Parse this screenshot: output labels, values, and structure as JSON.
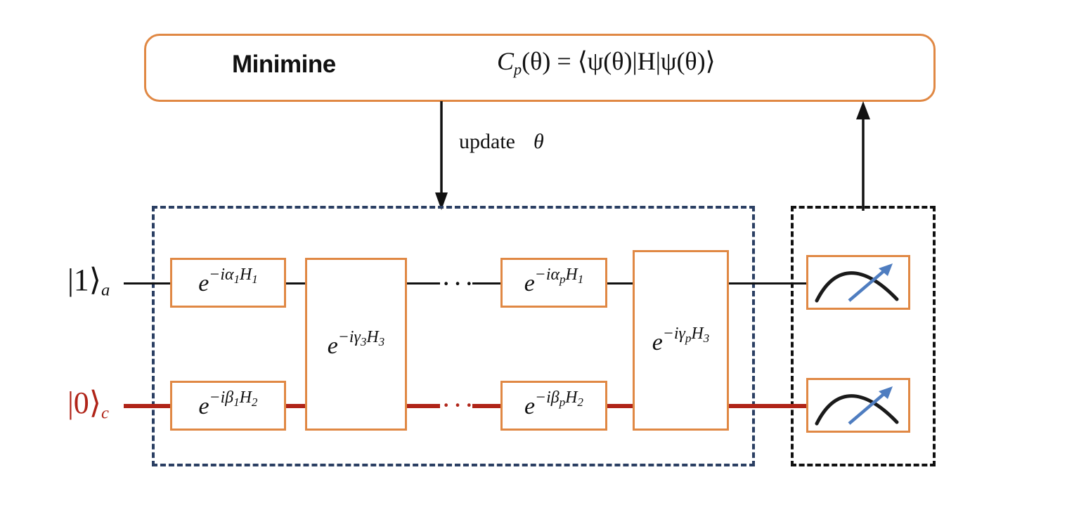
{
  "diagram": {
    "title_text": "Minimine",
    "cost_function": {
      "name": "C",
      "name_sub": "p",
      "expression": "(θ) = ⟨ψ(θ)|H|ψ(θ)⟩"
    },
    "update_arrow": {
      "label": "update",
      "parameter": "θ",
      "direction": "down"
    },
    "feedback_arrow": {
      "direction": "up"
    },
    "wires": [
      {
        "name": "ancilla-wire",
        "initial_state": "|1⟩",
        "subscript": "a",
        "color": "#111111"
      },
      {
        "name": "computational-wire",
        "initial_state": "|0⟩",
        "subscript": "c",
        "color": "#b02418"
      }
    ],
    "regions": [
      {
        "name": "ansatz-region",
        "border_color": "#2b3f63",
        "style": "dashed"
      },
      {
        "name": "measurement-region",
        "border_color": "#111111",
        "style": "dashed"
      }
    ],
    "gates": [
      {
        "id": "g-a1",
        "base": "e",
        "exponent_prefix": "−i",
        "symbol": "α",
        "sub": "1",
        "hamiltonian": "H",
        "h_sub": "1",
        "row": "top"
      },
      {
        "id": "g-b1",
        "base": "e",
        "exponent_prefix": "−i",
        "symbol": "β",
        "sub": "1",
        "hamiltonian": "H",
        "h_sub": "2",
        "row": "bottom"
      },
      {
        "id": "g-g3",
        "base": "e",
        "exponent_prefix": "−i",
        "symbol": "γ",
        "sub": "3",
        "hamiltonian": "H",
        "h_sub": "3",
        "row": "both"
      },
      {
        "id": "g-ap",
        "base": "e",
        "exponent_prefix": "−i",
        "symbol": "α",
        "sub": "p",
        "hamiltonian": "H",
        "h_sub": "1",
        "row": "top"
      },
      {
        "id": "g-bp",
        "base": "e",
        "exponent_prefix": "−i",
        "symbol": "β",
        "sub": "p",
        "hamiltonian": "H",
        "h_sub": "2",
        "row": "bottom"
      },
      {
        "id": "g-gp",
        "base": "e",
        "exponent_prefix": "−i",
        "symbol": "γ",
        "sub": "p",
        "hamiltonian": "H",
        "h_sub": "3",
        "row": "both"
      }
    ],
    "ellipsis": {
      "glyph": "···"
    },
    "measurements": [
      {
        "name": "measurement-meter-top",
        "icon": "meter-icon"
      },
      {
        "name": "measurement-meter-bottom",
        "icon": "meter-icon"
      }
    ],
    "colors": {
      "gate_border": "#e08844",
      "ansatz_border": "#2b3f63",
      "measure_border": "#111111",
      "red_wire": "#b02418",
      "meter_arrow": "#4f7dc0",
      "meter_curve": "#1a1a1a"
    }
  }
}
